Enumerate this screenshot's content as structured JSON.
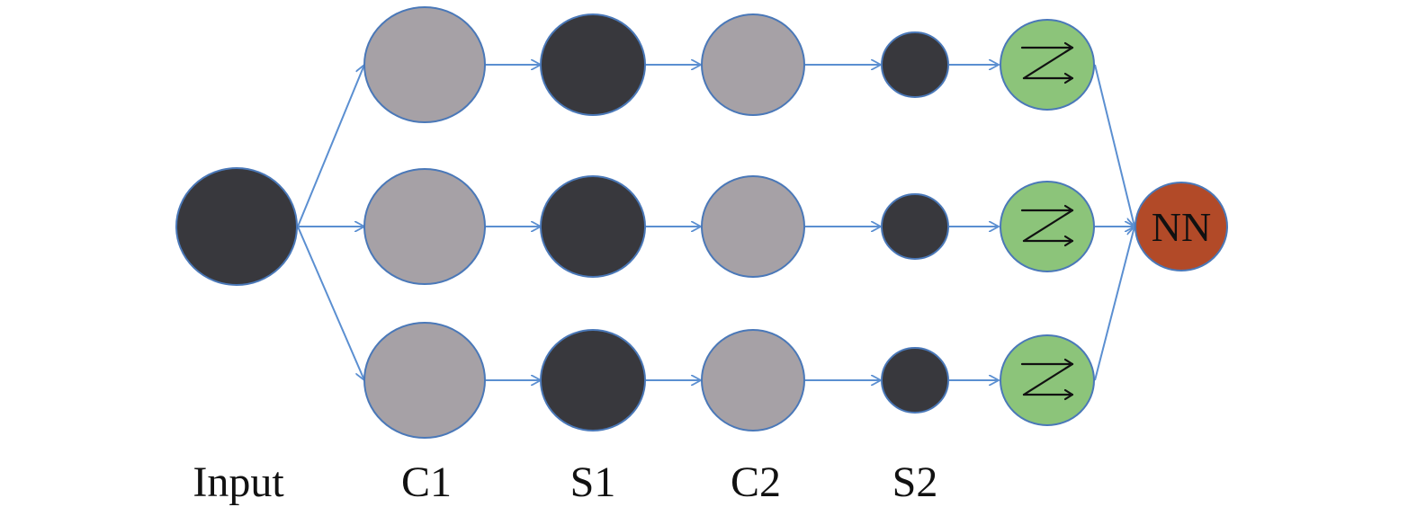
{
  "labels": {
    "input": "Input",
    "c1": "C1",
    "s1": "S1",
    "c2": "C2",
    "s2": "S2",
    "output": "NN"
  },
  "colors": {
    "dark_node": "#38383d",
    "gray_node": "#a6a1a6",
    "green_node": "#8cc47a",
    "nn_node": "#b24a28",
    "edge": "#5b8fd1"
  },
  "icons": {
    "flatten": "zigzag-arrows-icon"
  }
}
